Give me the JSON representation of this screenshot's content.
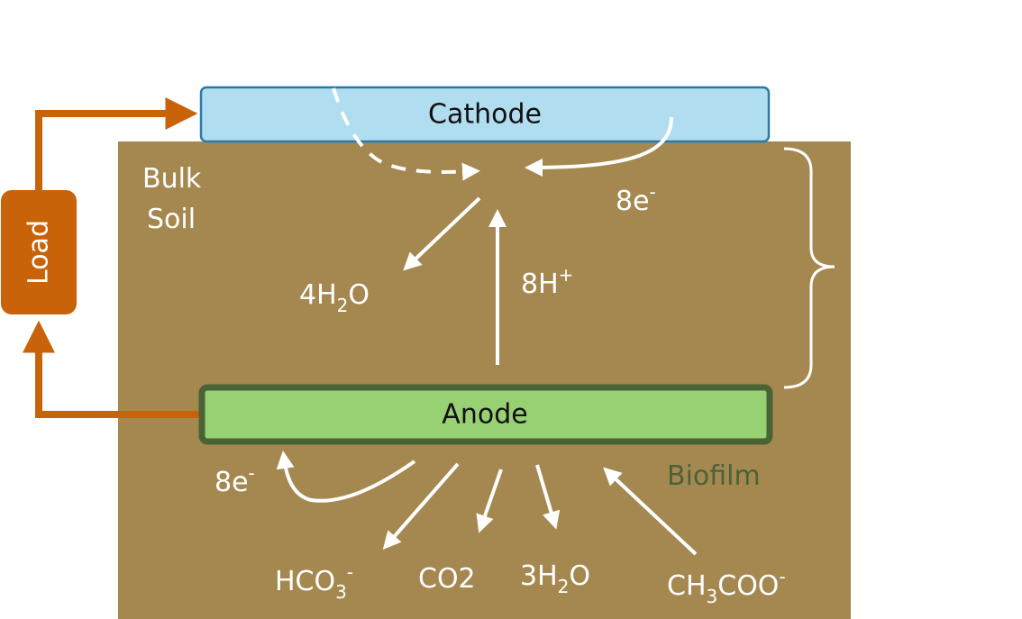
{
  "colors": {
    "soil": "#a58850",
    "cathode_fill": "#b1ddf1",
    "cathode_stroke": "#2a7aa8",
    "anode_fill": "#98d074",
    "anode_stroke": "#4a6336",
    "circuit": "#c96309",
    "arrow": "#ffffff",
    "biofilm": "#4a6336"
  },
  "electrodes": {
    "cathode": "Cathode",
    "anode": "Anode"
  },
  "load": "Load",
  "regions": {
    "bulk_soil_line1": "Bulk",
    "bulk_soil_line2": "Soil",
    "biofilm": "Biofilm"
  },
  "species": {
    "electrons_top": {
      "coef": "8e",
      "sup": "-"
    },
    "water_top": {
      "pre": "4H",
      "sub": "2",
      "post": "O"
    },
    "protons": {
      "pre": "8H",
      "sup": "+"
    },
    "electrons_bottom": {
      "coef": "8e",
      "sup": "-"
    },
    "bicarbonate": {
      "pre": "HCO",
      "sub": "3",
      "sup": "-"
    },
    "co2": "CO2",
    "water_bottom": {
      "pre": "3H",
      "sub": "2",
      "post": "O"
    },
    "acetate": {
      "pre": "CH",
      "sub": "3",
      "post": "COO",
      "sup": "-"
    }
  }
}
